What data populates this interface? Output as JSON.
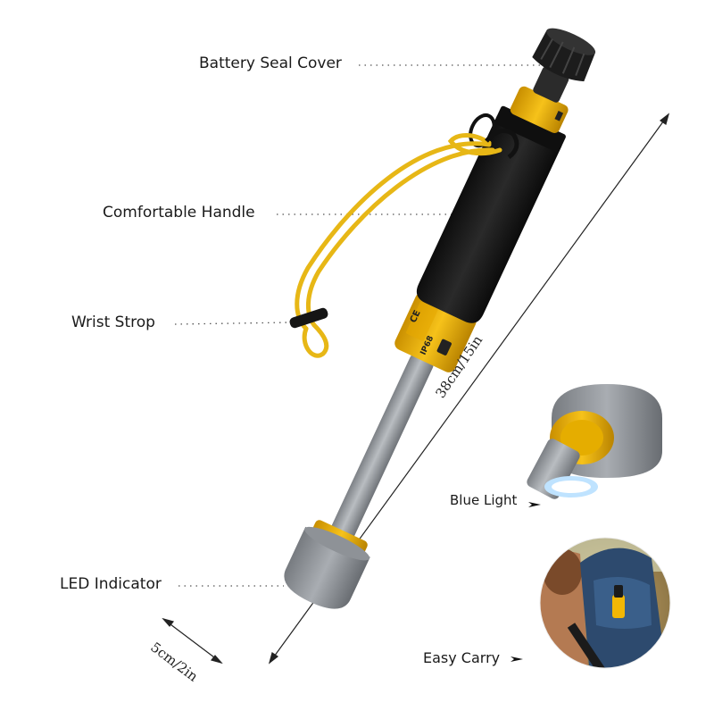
{
  "labels": {
    "battery_seal_cover": "Battery Seal Cover",
    "comfortable_handle": "Comfortable Handle",
    "wrist_strop": "Wrist Strop",
    "led_indicator": "LED Indicator",
    "blue_light": "Blue Light",
    "easy_carry": "Easy Carry"
  },
  "dimensions": {
    "length": "38cm/15in",
    "width": "5cm/2in"
  },
  "product_markings": {
    "ce": "CE",
    "model": "IP68"
  },
  "colors": {
    "accent_yellow": "#f2b705",
    "shaft_gray": "#9a9ea3",
    "handle_black": "#161616",
    "cap_black": "#1c1c1c"
  }
}
